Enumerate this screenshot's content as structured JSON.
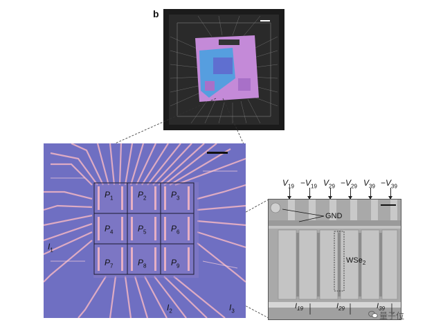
{
  "panel": {
    "label": "b"
  },
  "chip_micrograph": {
    "pixels": [
      "P",
      "P",
      "P",
      "P",
      "P",
      "P",
      "P",
      "P",
      "P"
    ],
    "pixel_subs": [
      "1",
      "2",
      "3",
      "4",
      "5",
      "6",
      "7",
      "8",
      "9"
    ],
    "current_labels": [
      "I",
      "I",
      "I"
    ],
    "current_subs": [
      "1",
      "2",
      "3"
    ]
  },
  "sem": {
    "voltage_labels": [
      {
        "prefix": "",
        "var": "V",
        "sub": "19"
      },
      {
        "prefix": "−",
        "var": "V",
        "sub": "19"
      },
      {
        "prefix": "",
        "var": "V",
        "sub": "29"
      },
      {
        "prefix": "−",
        "var": "V",
        "sub": "29"
      },
      {
        "prefix": "",
        "var": "V",
        "sub": "39"
      },
      {
        "prefix": "−",
        "var": "V",
        "sub": "39"
      }
    ],
    "gnd_label": "GND",
    "material_label": "WSe",
    "material_sub": "2",
    "current_labels": [
      {
        "var": "I",
        "sub": "19"
      },
      {
        "var": "I",
        "sub": "29"
      },
      {
        "var": "I",
        "sub": "39"
      }
    ]
  },
  "watermark": {
    "text": "量子位"
  },
  "colors": {
    "micro_bg": "#6f6fc2",
    "trace": "#f2b6c4",
    "sem_bg": "#a9a9a9",
    "chip_pink": "#c48ad8",
    "chip_blue": "#4aa0e0"
  }
}
